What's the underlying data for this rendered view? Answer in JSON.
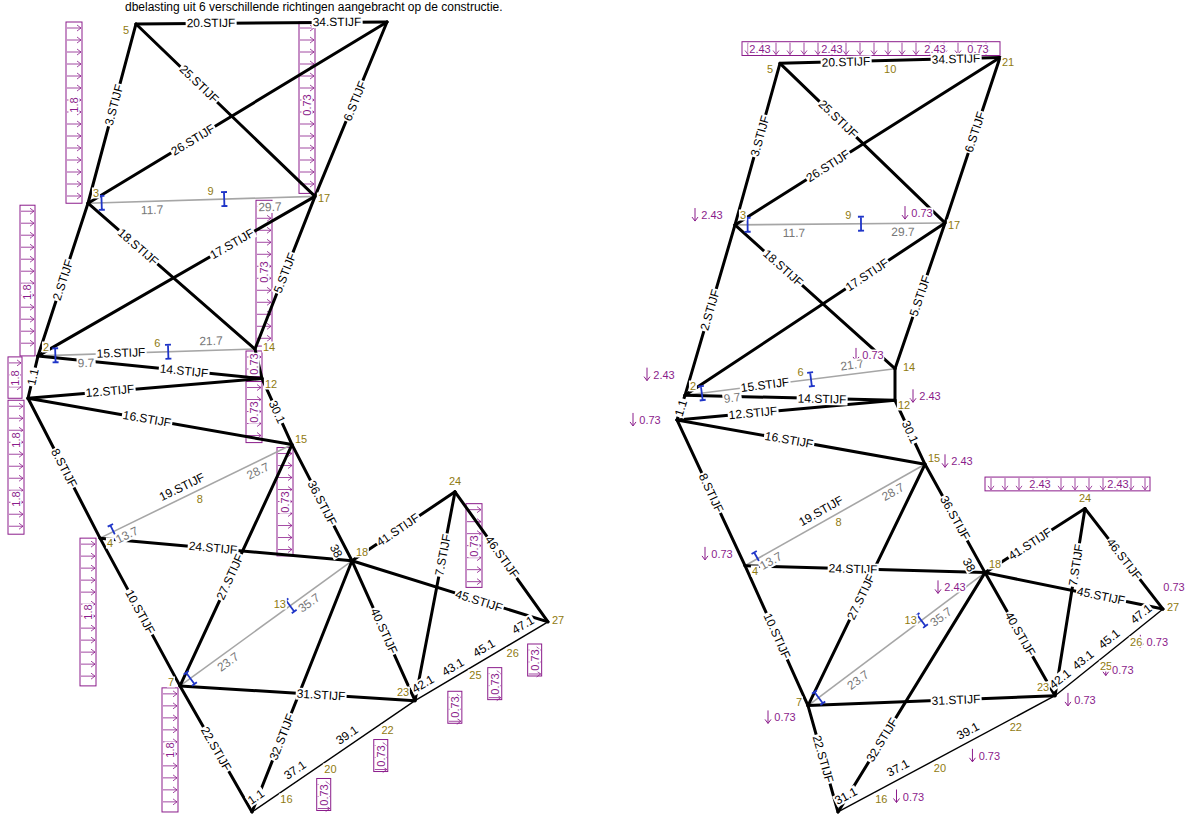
{
  "diagram": {
    "caption": "dbelasting uit 6 verschillende richtingen aangebracht op de constructie.",
    "labels": [
      "20.STIJF",
      "34.STIJF",
      "3.STIJF",
      "25.STIJF",
      "26.STIJF",
      "6.STIJF",
      "11.7",
      "29.7",
      "2.STIJF",
      "18.STIJF",
      "17.STIJF",
      "5.STIJF",
      "15.STIJF",
      "9.7",
      "21.7",
      "14.STIJF",
      "12.STIJF",
      "1.1",
      "16.STIJF",
      "8.STIJF",
      "30.1",
      "19.STIJF",
      "13.7",
      "28.7",
      "36.STIJF",
      "38",
      "24.STIJF",
      "10.STIJF",
      "27.STIJF",
      "23.7",
      "35.7",
      "41.STIJF",
      "46.STIJF",
      "45.STIJF",
      "7.STIJF",
      "40.STIJF",
      "31.STIJF",
      "32.STIJF",
      "22.STIJF",
      "1.1",
      "37.1",
      "39.1",
      "42.1",
      "43.1",
      "45.1",
      "47.1",
      "5",
      "3",
      "9",
      "17",
      "2",
      "6",
      "14",
      "12",
      "15",
      "4",
      "8",
      "18",
      "24",
      "13",
      "27",
      "7",
      "23",
      "16",
      "20",
      "22",
      "25",
      "26",
      "1.8",
      "1.8",
      "1.8",
      "1.8",
      "1.8",
      "1.8",
      "1.8",
      "0.73",
      "0.73",
      "0.73",
      "0.73",
      "0.73",
      "0.73",
      "0.73",
      "0.73",
      "0.73",
      "0.73",
      "0.73",
      "20.STIJF",
      "34.STIJF",
      "3.STIJF",
      "25.STIJF",
      "26.STIJF",
      "6.STIJF",
      "11.7",
      "29.7",
      "2.STIJF",
      "18.STIJF",
      "17.STIJF",
      "5.STIJF",
      "15.STIJF",
      "9.7",
      "21.7",
      "14.STIJF",
      "12.STIJF",
      "1.1",
      "16.STIJF",
      "8.STIJF",
      "30.1",
      "19.STIJF",
      "13.7",
      "28.7",
      "36.STIJF",
      "38",
      "24.STIJF",
      "10.STIJF",
      "27.STIJF",
      "23.7",
      "35.7",
      "41.STIJF",
      "46.STIJF",
      "45.STIJF",
      "7.STIJF",
      "40.STIJF",
      "31.STIJF",
      "32.STIJF",
      "22.STIJF",
      "31.1",
      "37.1",
      "39.1",
      "42.1",
      "43.1",
      "45.1",
      "47.1",
      "5",
      "3",
      "9",
      "17",
      "2",
      "6",
      "14",
      "12",
      "15",
      "4",
      "8",
      "18",
      "24",
      "13",
      "27",
      "7",
      "23",
      "16",
      "20",
      "22",
      "25",
      "26",
      "10",
      "21",
      "2.43",
      "2.43",
      "2.43",
      "0.73",
      "2.43",
      "0.73",
      "2.43",
      "0.73",
      "2.43",
      "0.73",
      "2.43",
      "0.73",
      "2.43",
      "0.73",
      "2.43",
      "2.43",
      "0.73",
      "0.73",
      "0.73",
      "0.73",
      "0.73",
      "0.73"
    ]
  }
}
